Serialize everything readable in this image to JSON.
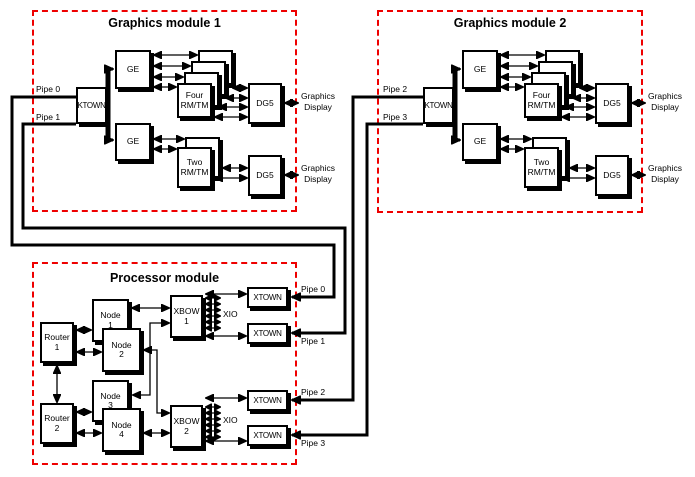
{
  "colors": {
    "module_border": "#ee0000",
    "line": "#000000",
    "box_fill": "#ffffff"
  },
  "graphics_modules": [
    {
      "title": "Graphics module 1",
      "pipe_top": "Pipe 0",
      "pipe_bottom": "Pipe 1",
      "ktown_label": "KTOWN",
      "ge_top_label": "GE",
      "ge_bottom_label": "GE",
      "rm_top": {
        "line1": "Four",
        "line2": "RM/TM"
      },
      "rm_bottom": {
        "line1": "Two",
        "line2": "RM/TM"
      },
      "dg5_top_label": "DG5",
      "dg5_bottom_label": "DG5",
      "display_top": {
        "line1": "Graphics",
        "line2": "Display"
      },
      "display_bottom": {
        "line1": "Graphics",
        "line2": "Display"
      }
    },
    {
      "title": "Graphics module 2",
      "pipe_top": "Pipe 2",
      "pipe_bottom": "Pipe 3",
      "ktown_label": "KTOWN",
      "ge_top_label": "GE",
      "ge_bottom_label": "GE",
      "rm_top": {
        "line1": "Four",
        "line2": "RM/TM"
      },
      "rm_bottom": {
        "line1": "Two",
        "line2": "RM/TM"
      },
      "dg5_top_label": "DG5",
      "dg5_bottom_label": "DG5",
      "display_top": {
        "line1": "Graphics",
        "line2": "Display"
      },
      "display_bottom": {
        "line1": "Graphics",
        "line2": "Display"
      }
    }
  ],
  "processor_module": {
    "title": "Processor module",
    "router1": {
      "line1": "Router",
      "line2": "1"
    },
    "router2": {
      "line1": "Router",
      "line2": "2"
    },
    "node1": {
      "line1": "Node",
      "line2": "1"
    },
    "node2": {
      "line1": "Node",
      "line2": "2"
    },
    "node3": {
      "line1": "Node",
      "line2": "3"
    },
    "node4": {
      "line1": "Node",
      "line2": "4"
    },
    "xbow1": {
      "line1": "XBOW",
      "line2": "1"
    },
    "xbow2": {
      "line1": "XBOW",
      "line2": "2"
    },
    "xio_top": "XIO",
    "xio_bottom": "XIO",
    "xtown1": "XTOWN",
    "xtown2": "XTOWN",
    "xtown3": "XTOWN",
    "xtown4": "XTOWN",
    "pipe0": "Pipe 0",
    "pipe1": "Pipe 1",
    "pipe2": "Pipe 2",
    "pipe3": "Pipe 3"
  }
}
